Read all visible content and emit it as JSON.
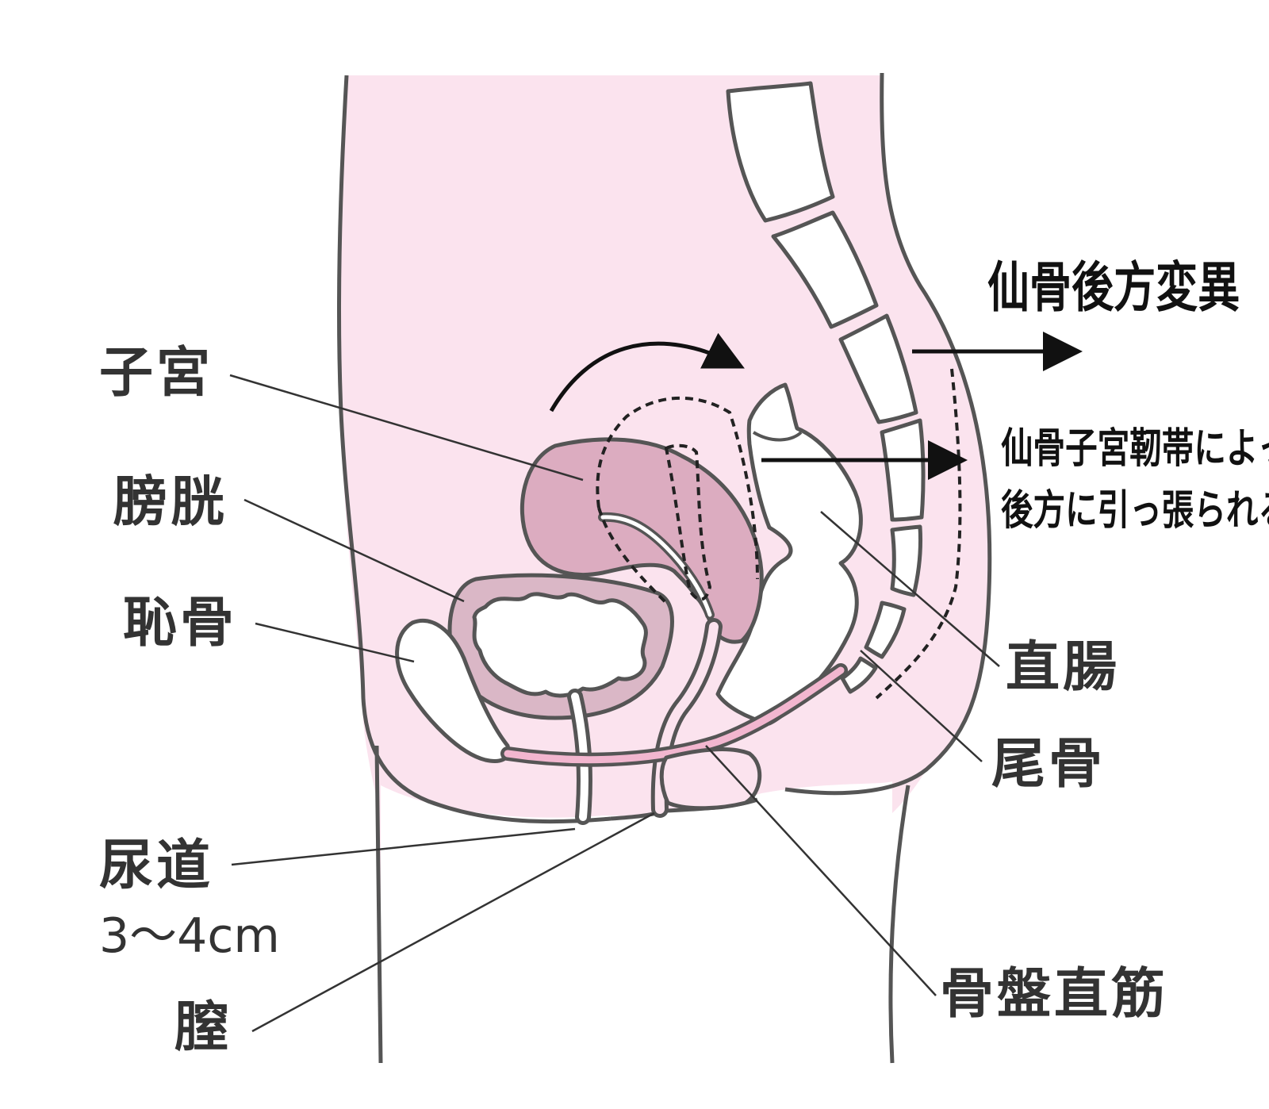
{
  "labels": {
    "uterus": "子宮",
    "bladder": "膀胱",
    "pubis": "恥骨",
    "urethra": "尿道",
    "urethra_length": "3～4cm",
    "vagina": "膣",
    "rectum": "直腸",
    "coccyx": "尾骨",
    "pelvic_muscle": "骨盤直筋"
  },
  "annotations": {
    "sacrum_shift": "仙骨後方変異",
    "ligament_line1": "仙骨子宮靭帯によって",
    "ligament_line2": "後方に引っ張られる"
  },
  "colors": {
    "body": "#fbe3ee",
    "organ": "#dcacc0",
    "bladder": "#dab7c6",
    "outline": "#555555",
    "muscle": "#f2b6cf",
    "bone": "#ffffff"
  }
}
